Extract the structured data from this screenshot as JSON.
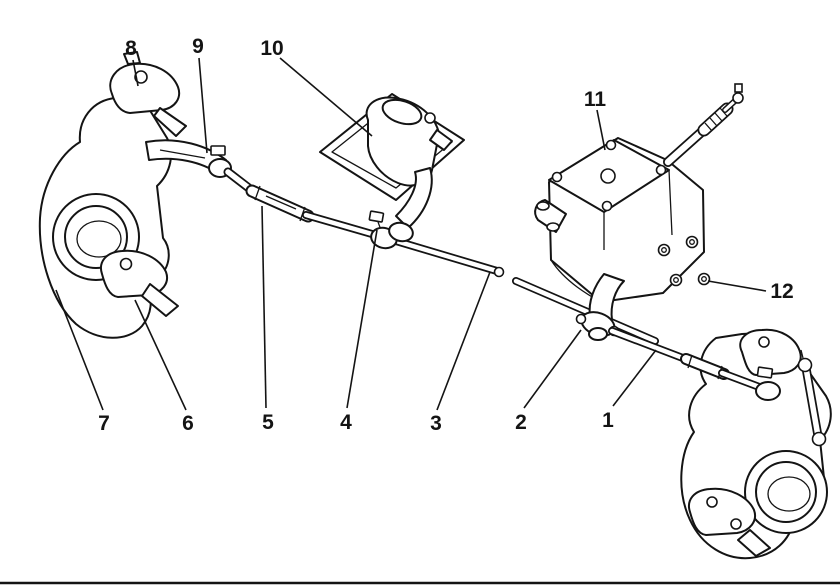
{
  "figure": {
    "colors": {
      "ink": "#141414",
      "paper": "#ffffff"
    },
    "callouts": [
      {
        "label": "1"
      },
      {
        "label": "2"
      },
      {
        "label": "3"
      },
      {
        "label": "4"
      },
      {
        "label": "5"
      },
      {
        "label": "6"
      },
      {
        "label": "7"
      },
      {
        "label": "8"
      },
      {
        "label": "9"
      },
      {
        "label": "10"
      },
      {
        "label": "11"
      },
      {
        "label": "12"
      }
    ]
  }
}
